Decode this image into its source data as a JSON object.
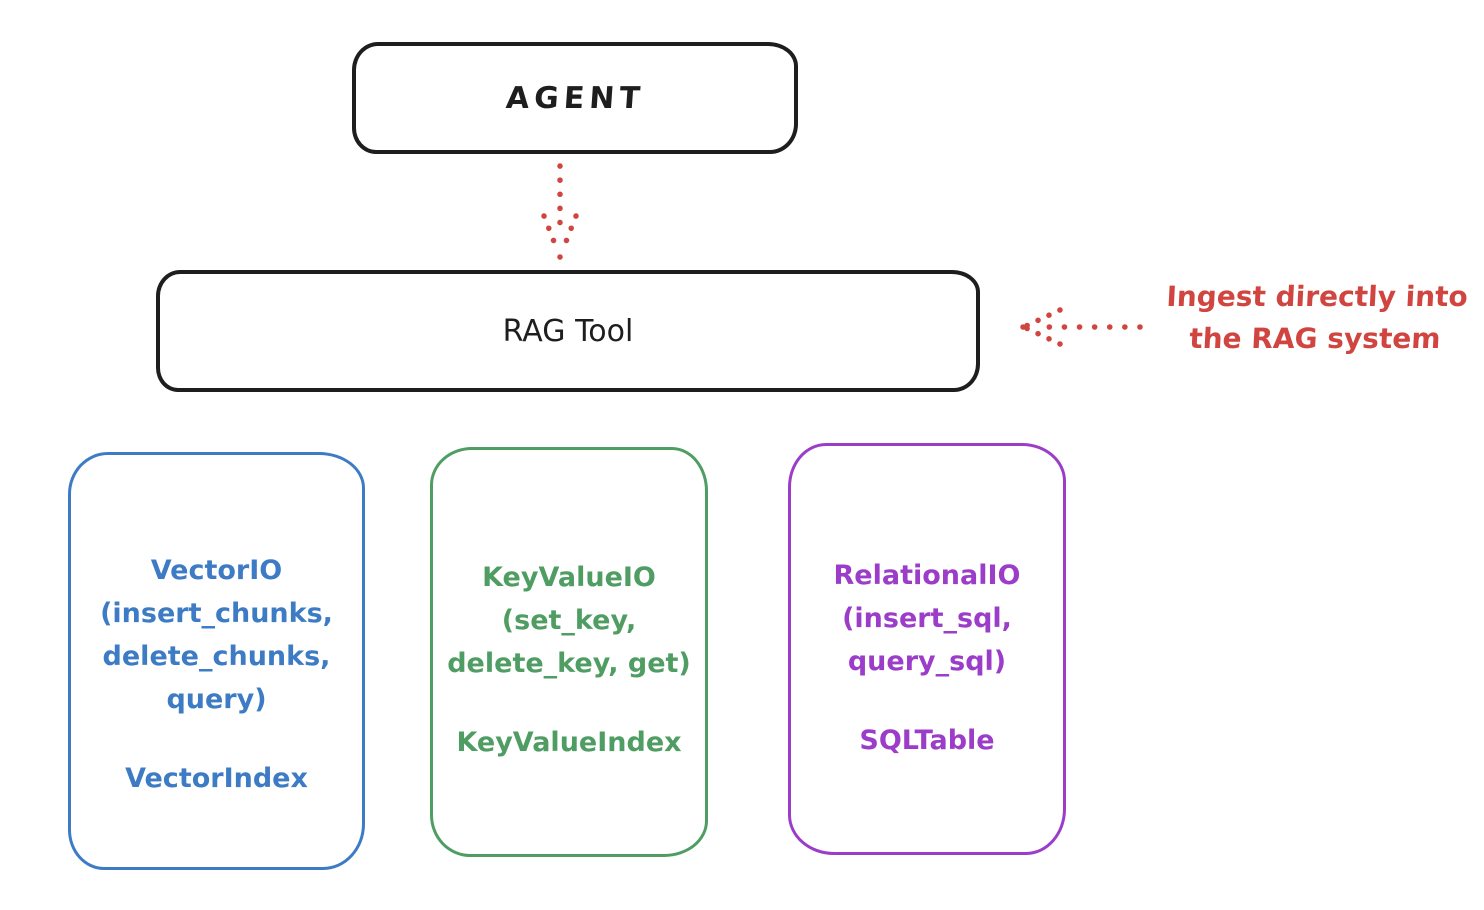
{
  "diagram": {
    "agent": {
      "label": "AGENT"
    },
    "rag_tool": {
      "label": "RAG Tool"
    },
    "annotation": {
      "line1": "Ingest directly into",
      "line2": "the RAG system"
    },
    "stores": [
      {
        "name": "vector-io",
        "title_lines": [
          "VectorIO",
          "(insert_chunks,",
          "delete_chunks,",
          "query)"
        ],
        "index_label": "VectorIndex",
        "color": "#3d7cc4"
      },
      {
        "name": "keyvalue-io",
        "title_lines": [
          "KeyValueIO",
          "(set_key,",
          "delete_key, get)"
        ],
        "index_label": "KeyValueIndex",
        "color": "#4f9d63"
      },
      {
        "name": "relational-io",
        "title_lines": [
          "RelationalIO",
          "(insert_sql,",
          "query_sql)"
        ],
        "index_label": "SQLTable",
        "color": "#9b3dc8"
      }
    ],
    "colors": {
      "stroke_black": "#1e1e1e",
      "arrow_red": "#d04540",
      "vector_blue": "#3d7cc4",
      "keyvalue_green": "#4f9d63",
      "relational_purple": "#9b3dc8",
      "background": "#ffffff"
    }
  }
}
